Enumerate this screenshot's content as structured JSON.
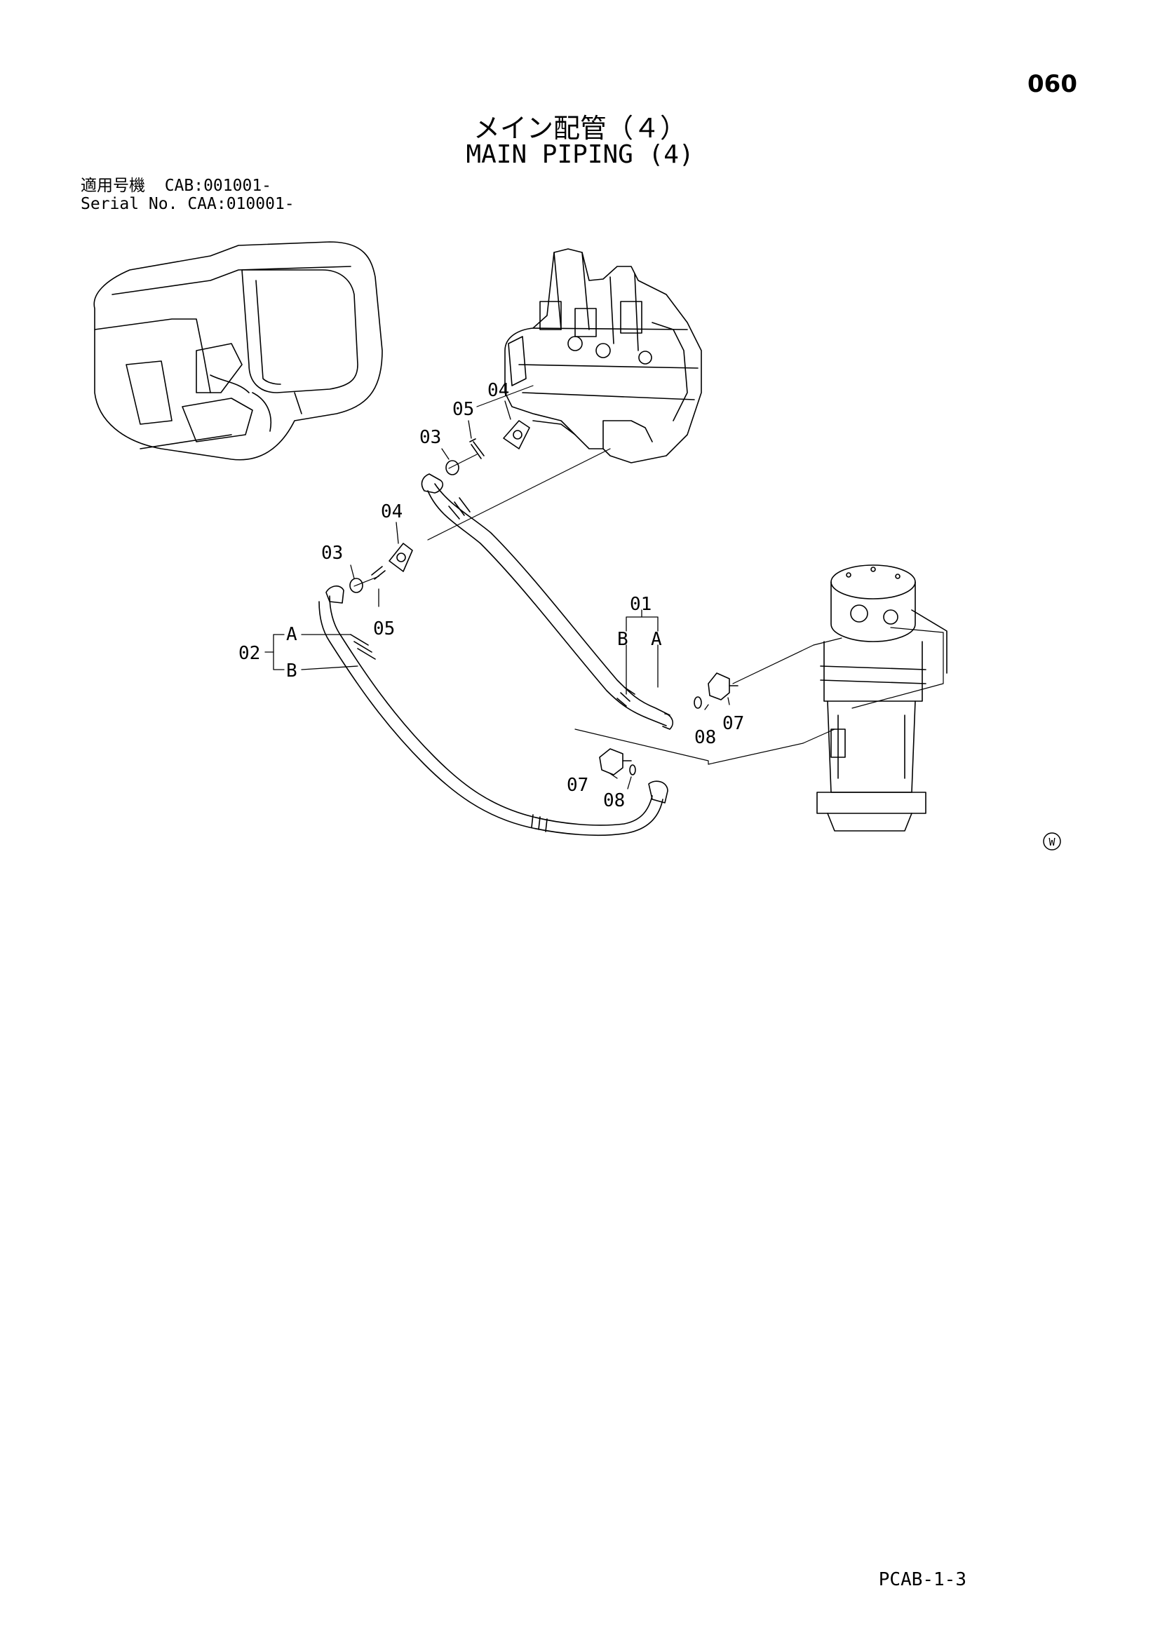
{
  "page_number": "060",
  "title_jp": "メイン配管（４）",
  "title_en": "MAIN PIPING (4)",
  "serial": {
    "line1": "適用号機  CAB:001001-",
    "line2": "Serial No. CAA:010001-"
  },
  "callouts": {
    "p01": "01",
    "p02": "02",
    "p03a": "03",
    "p03b": "03",
    "p04a": "04",
    "p04b": "04",
    "p05a": "05",
    "p05b": "05",
    "p07a": "07",
    "p07b": "07",
    "p08a": "08",
    "p08b": "08",
    "sub_a1": "A",
    "sub_b1": "B",
    "sub_a2": "A",
    "sub_b2": "B"
  },
  "watermark_symbol": "W",
  "doc_code": "PCAB-1-3"
}
